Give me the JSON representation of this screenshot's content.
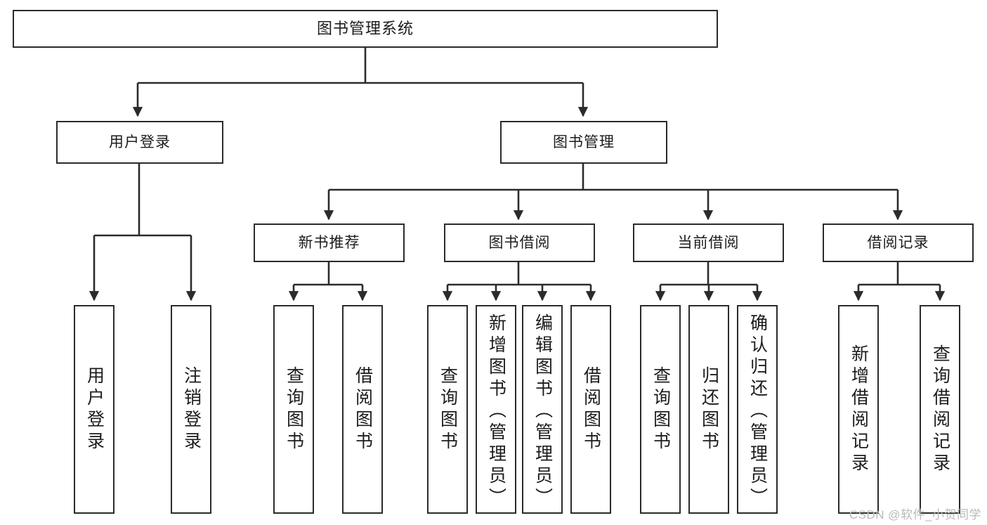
{
  "diagram": {
    "title": "图书管理系统",
    "type": "tree",
    "orientation": "top-down",
    "colors": {
      "box_border": "#2b2b2b",
      "box_fill": "#ffffff",
      "connector": "#2b2b2b",
      "text": "#1c1c1c",
      "watermark": "#b9b9b9",
      "background": "#ffffff"
    },
    "root": {
      "id": "root",
      "label": "图书管理系统"
    },
    "level1": [
      {
        "id": "user-login",
        "label": "用户登录"
      },
      {
        "id": "book-management",
        "label": "图书管理"
      }
    ],
    "level2": [
      {
        "id": "new-book-recommend",
        "label": "新书推荐",
        "parent": "book-management"
      },
      {
        "id": "book-borrow",
        "label": "图书借阅",
        "parent": "book-management"
      },
      {
        "id": "current-borrow",
        "label": "当前借阅",
        "parent": "book-management"
      },
      {
        "id": "borrow-record",
        "label": "借阅记录",
        "parent": "book-management"
      }
    ],
    "leaves": [
      {
        "id": "leaf-user-login",
        "label": "用户登录",
        "parent": "user-login"
      },
      {
        "id": "leaf-logout",
        "label": "注销登录",
        "parent": "user-login"
      },
      {
        "id": "leaf-query-book-1",
        "label": "查询图书",
        "parent": "new-book-recommend"
      },
      {
        "id": "leaf-borrow-book-1",
        "label": "借阅图书",
        "parent": "new-book-recommend"
      },
      {
        "id": "leaf-query-book-2",
        "label": "查询图书",
        "parent": "book-borrow"
      },
      {
        "id": "leaf-add-book",
        "label": "新增图书（管理员）",
        "parent": "book-borrow"
      },
      {
        "id": "leaf-edit-book",
        "label": "编辑图书（管理员）",
        "parent": "book-borrow"
      },
      {
        "id": "leaf-borrow-book-2",
        "label": "借阅图书",
        "parent": "book-borrow"
      },
      {
        "id": "leaf-query-book-3",
        "label": "查询图书",
        "parent": "current-borrow"
      },
      {
        "id": "leaf-return-book",
        "label": "归还图书",
        "parent": "current-borrow"
      },
      {
        "id": "leaf-confirm-return",
        "label": "确认归还（管理员）",
        "parent": "current-borrow"
      },
      {
        "id": "leaf-add-record",
        "label": "新增借阅记录",
        "parent": "borrow-record"
      },
      {
        "id": "leaf-query-record",
        "label": "查询借阅记录",
        "parent": "borrow-record"
      }
    ]
  },
  "watermark": {
    "text": "CSDN @软件_小贺同学"
  }
}
